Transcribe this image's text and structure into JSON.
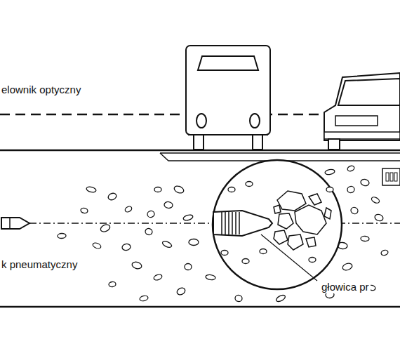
{
  "diagram": {
    "labels": [
      "elownik optyczny",
      "k pneumatyczny",
      "głowica pr"
    ]
  }
}
